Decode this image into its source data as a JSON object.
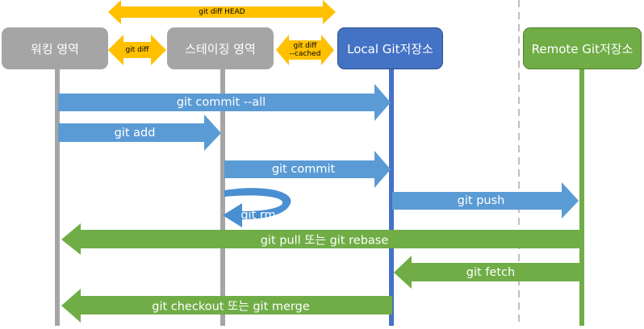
{
  "colors": {
    "gray": "#a5a5a5",
    "blue_arrow": "#5b9bd5",
    "blue_line": "#4472c4",
    "green": "#70ad47",
    "orange": "#ffc000",
    "dashed": "#bfbfbf"
  },
  "areas": {
    "working": "워킹 영역",
    "staging": "스테이징 영역",
    "local": "Local Git저장소",
    "remote": "Remote Git저장소"
  },
  "diffs": {
    "head": "git diff HEAD",
    "diff": "git diff",
    "cached_line1": "git diff",
    "cached_line2": "--cached"
  },
  "commands": {
    "commit_all": "git commit --all",
    "add": "git add",
    "commit": "git commit",
    "push": "git push",
    "rm": "git rm",
    "pull": "git pull 또는 git rebase",
    "fetch": "git fetch",
    "checkout": "git checkout 또는 git merge"
  }
}
